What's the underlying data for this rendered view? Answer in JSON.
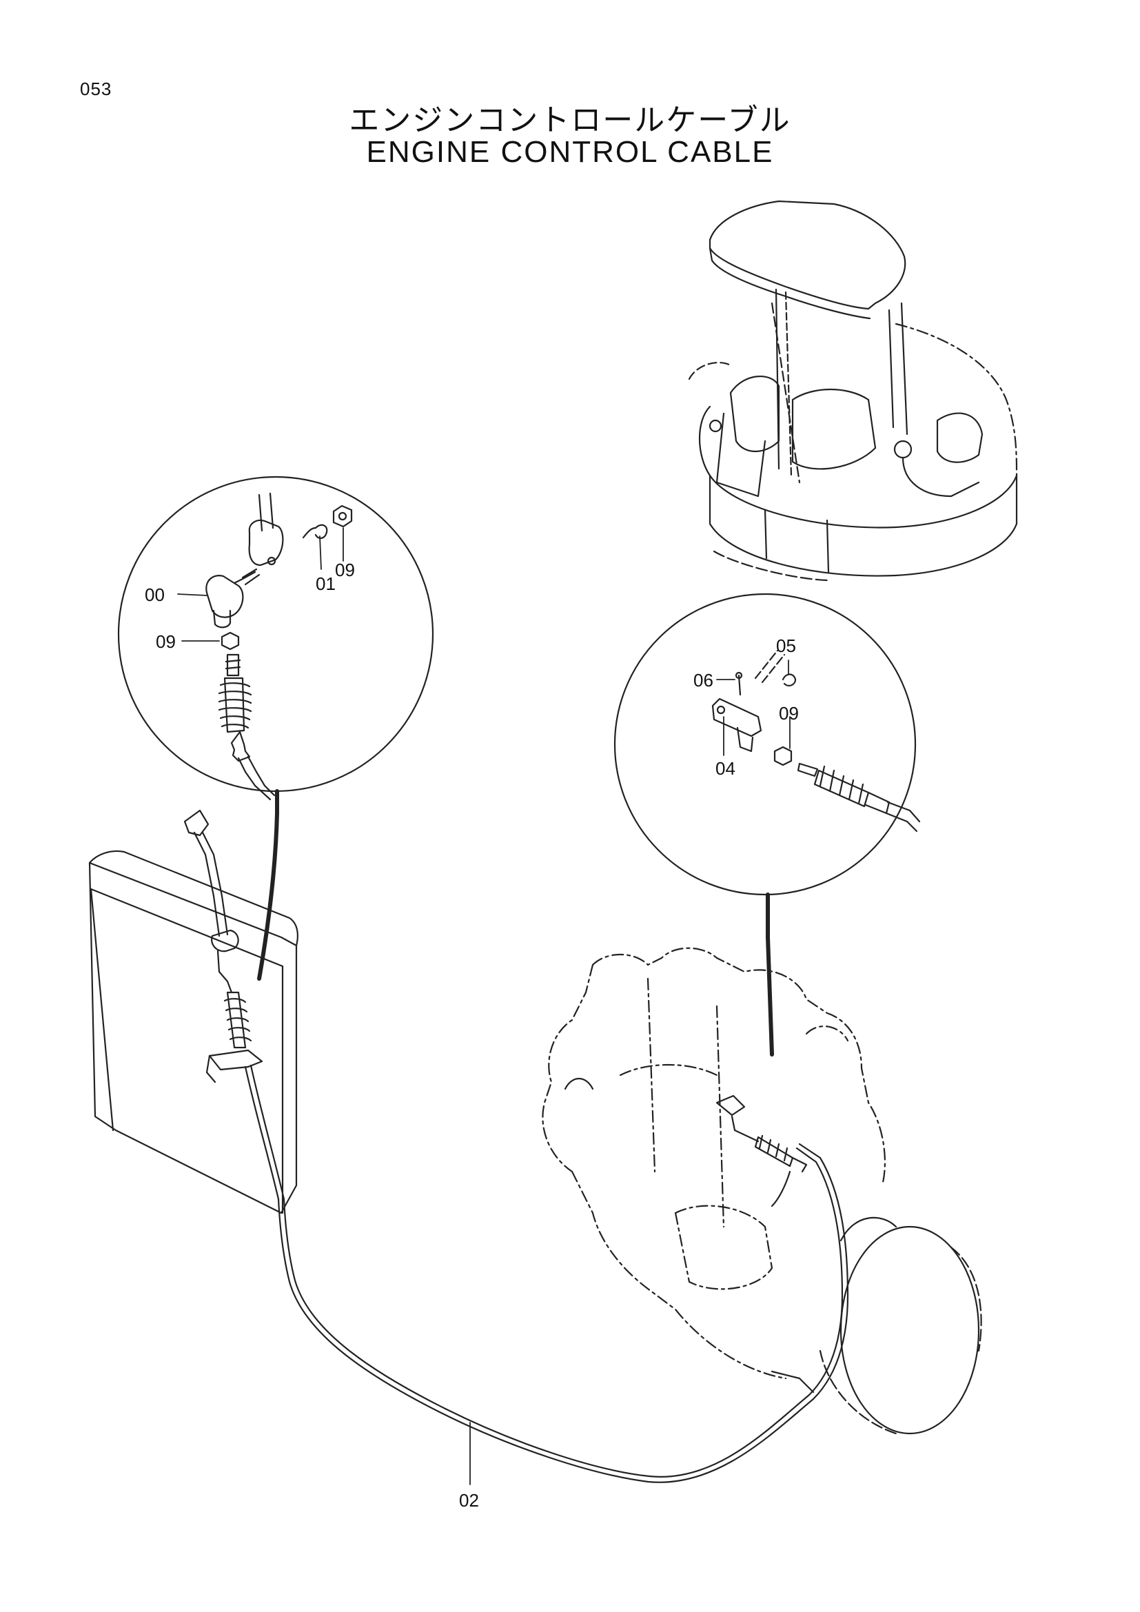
{
  "page": {
    "number": "053",
    "title_jp": "エンジンコントロールケーブル",
    "title_en": "ENGINE  CONTROL  CABLE"
  },
  "callouts": {
    "p00": "00",
    "p01": "01",
    "p09_top": "09",
    "p09_mid": "09",
    "p05": "05",
    "p06": "06",
    "p09_right": "09",
    "p04": "04",
    "p02": "02"
  }
}
